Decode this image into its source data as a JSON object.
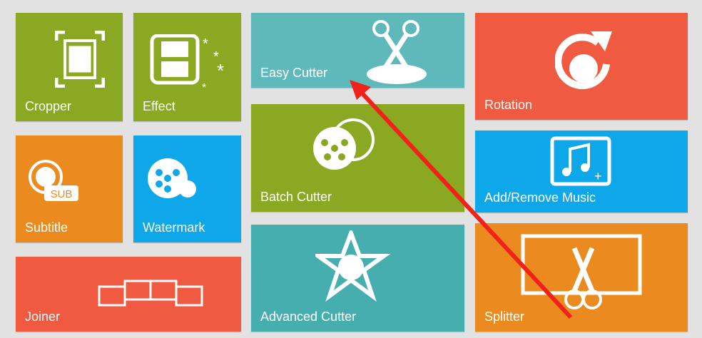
{
  "tiles": {
    "cropper": "Cropper",
    "effect": "Effect",
    "subtitle": "Subtitle",
    "sub_badge": "SUB",
    "watermark": "Watermark",
    "joiner": "Joiner",
    "easy_cutter": "Easy Cutter",
    "batch_cutter": "Batch Cutter",
    "advanced_cutter": "Advanced Cutter",
    "rotation": "Rotation",
    "music": "Add/Remove Music",
    "splitter": "Splitter"
  },
  "colors": {
    "green": "#8aa822",
    "orange": "#eb8b1f",
    "blue": "#0ea7e9",
    "red": "#ef5a40",
    "teal": "#5fb9bb",
    "arrow": "#f0221a"
  }
}
